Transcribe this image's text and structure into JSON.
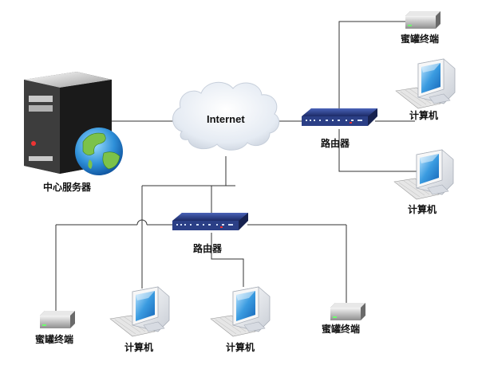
{
  "labels": {
    "internet": "Internet",
    "server": "中心服务器",
    "router_top": "路由器",
    "router_bottom": "路由器",
    "terminal_top": "蜜罐终端",
    "computer_top": "计算机",
    "computer_mid": "计算机",
    "terminal_left": "蜜罐终端",
    "computer_bl1": "计算机",
    "computer_bl2": "计算机",
    "terminal_right": "蜜罐终端"
  },
  "icons": {
    "server": "tower-server-with-globe-icon",
    "cloud": "cloud-icon",
    "router": "network-router-icon",
    "computer": "crt-monitor-with-keyboard-icon",
    "terminal": "small-gray-terminal-box-icon"
  },
  "colors": {
    "router_body": "#2b3f86",
    "monitor_screen": "#3a9be0",
    "server_body": "#2a2a2a",
    "cloud": "#dde4ee",
    "line": "#333333"
  }
}
